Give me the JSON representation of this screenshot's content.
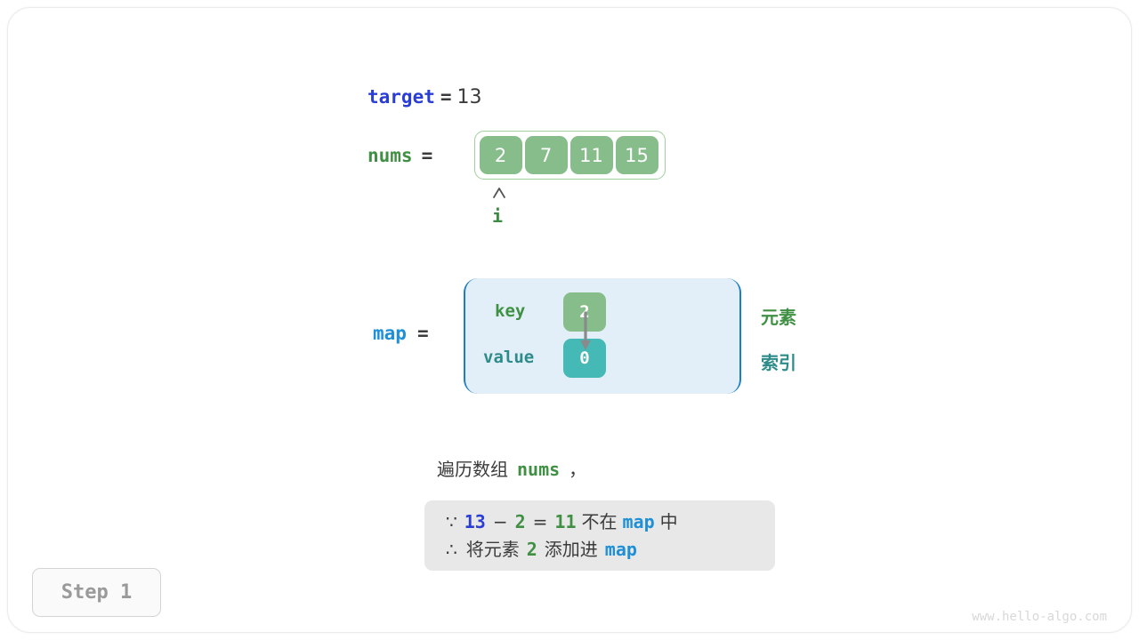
{
  "watermark": "www.hello-algo.com",
  "step_badge": {
    "label": "Step 1"
  },
  "target_row": {
    "name": "target",
    "equals": "=",
    "value": "13"
  },
  "nums_row": {
    "name": "nums",
    "equals": "=",
    "cells": [
      "2",
      "7",
      "11",
      "15"
    ],
    "pointer_label": "i",
    "pointer_index": 0
  },
  "map_row": {
    "name": "map",
    "equals": "=",
    "key_label": "key",
    "value_label": "value",
    "key_cell": "2",
    "value_cell": "0",
    "legend_element": "元素",
    "legend_index": "索引"
  },
  "caption": {
    "prefix": "遍历数组",
    "keyword": "nums",
    "suffix": "，"
  },
  "note": {
    "line1": {
      "because_symbol": "∵",
      "a": "13",
      "minus": "−",
      "b": "2",
      "equals": "=",
      "result": "11",
      "text_mid": "不在",
      "map": "map",
      "text_end": "中"
    },
    "line2": {
      "therefore_symbol": "∴",
      "text_start": "将元素",
      "element": "2",
      "text_mid": "添加进",
      "map": "map"
    }
  },
  "colors": {
    "blue_strong": "#2a3ed6",
    "blue_light": "#1f8fd6",
    "green": "#409044",
    "teal": "#2d8c8a",
    "cell_green": "#86bd8a",
    "cell_teal": "#45b9b5",
    "map_fill": "#e3eff8",
    "map_border": "#1b7fc4",
    "note_bg": "#e8e8e8",
    "dark_text": "#3b3b3b"
  }
}
